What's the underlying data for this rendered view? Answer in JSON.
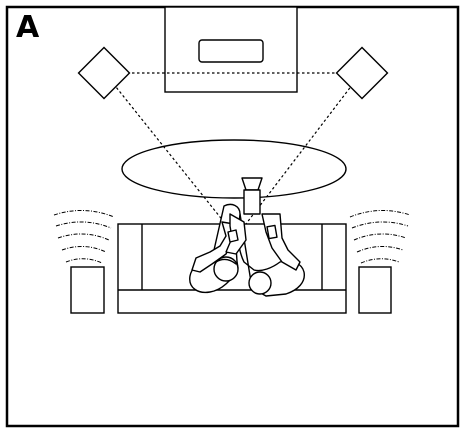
{
  "panel_label": "A",
  "colors": {
    "stroke": "#000000",
    "background": "#ffffff"
  },
  "figure": {
    "elements": [
      "room-outline",
      "tv-screen",
      "tv-speaker",
      "front-speaker-left",
      "front-speaker-right",
      "listening-area",
      "sofa",
      "surround-speaker-left",
      "surround-speaker-right",
      "sound-waves-left",
      "sound-waves-right",
      "listeners"
    ]
  }
}
